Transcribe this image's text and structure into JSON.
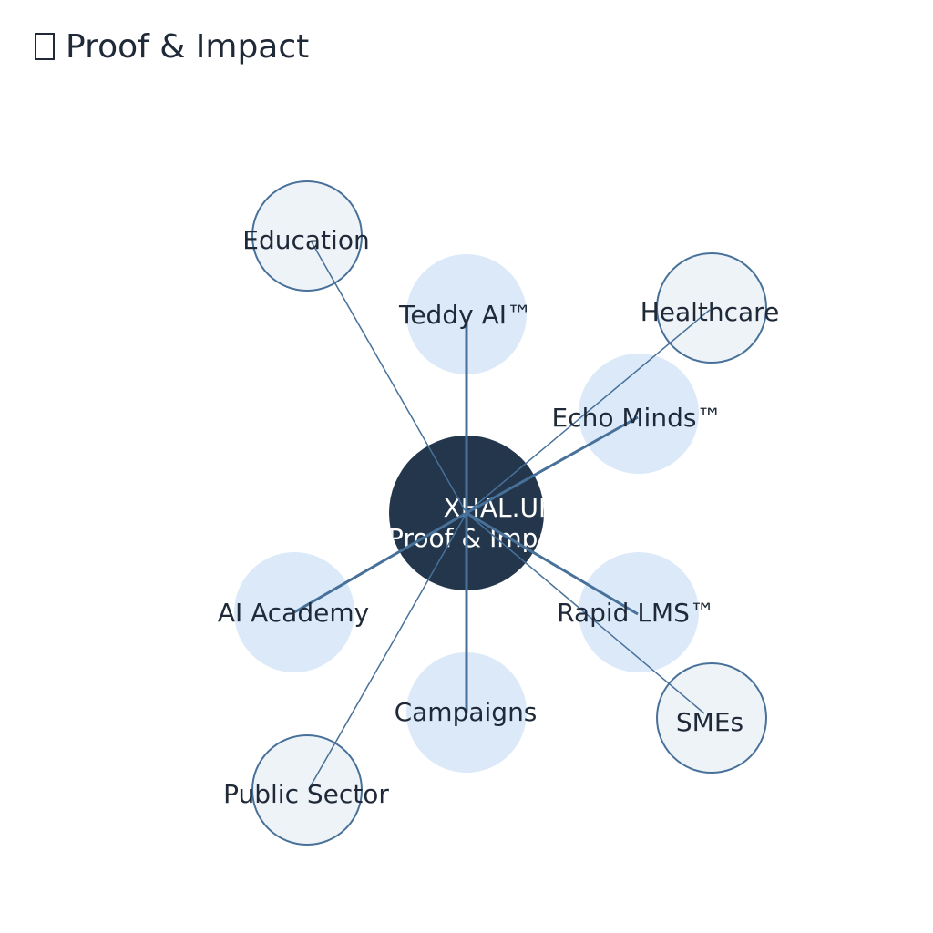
{
  "title": {
    "icon": "missing-glyph-icon",
    "text": "Proof & Impact"
  },
  "colors": {
    "hub_fill": "#23364c",
    "hub_text": "#ffffff",
    "product_fill": "#dbe9f9",
    "sector_fill": "#eef3f8",
    "sector_stroke": "#48719a",
    "edge": "#48719a",
    "label_text": "#1f2937"
  },
  "diagram": {
    "hub": {
      "lines": [
        "XHAL.UK",
        "Proof & Impact"
      ]
    },
    "products": [
      {
        "id": "teddy-ai",
        "label": "Teddy AI™"
      },
      {
        "id": "echo-minds",
        "label": "Echo Minds™"
      },
      {
        "id": "rapid-lms",
        "label": "Rapid LMS™"
      },
      {
        "id": "campaigns",
        "label": "Campaigns"
      },
      {
        "id": "ai-academy",
        "label": "AI Academy"
      }
    ],
    "sectors": [
      {
        "id": "education",
        "label": "Education"
      },
      {
        "id": "healthcare",
        "label": "Healthcare"
      },
      {
        "id": "smes",
        "label": "SMEs"
      },
      {
        "id": "public-sector",
        "label": "Public Sector"
      }
    ]
  }
}
